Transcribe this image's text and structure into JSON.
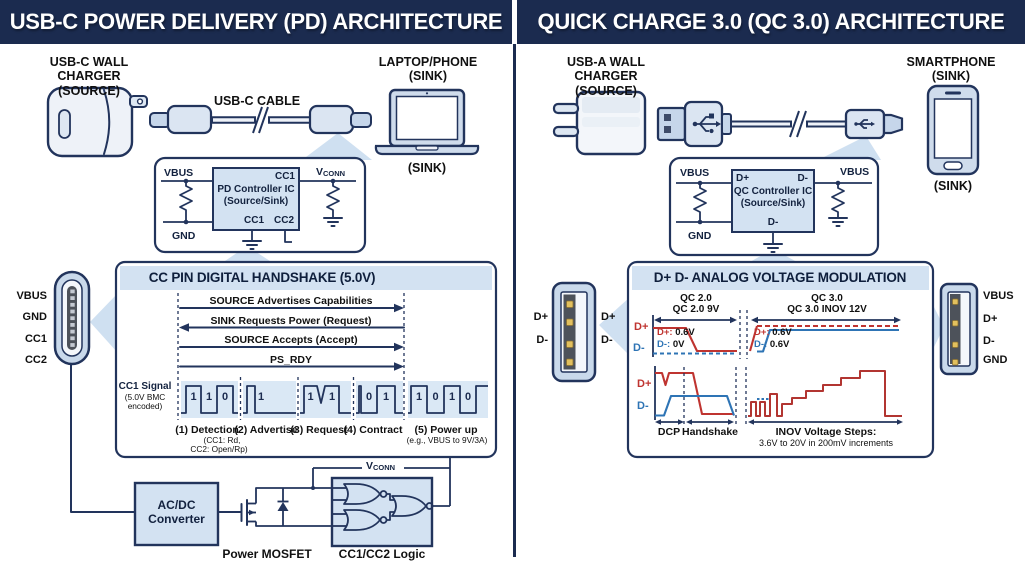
{
  "colors": {
    "navy": "#1b2b4f",
    "stroke_navy": "#22345c",
    "light_blue": "#d3e2f2",
    "wedge_blue": "#cfe0f1",
    "wave_bg": "#dae8f5",
    "red": "#bf3430",
    "blue": "#2e74b5",
    "gold": "#e2c05e"
  },
  "icons": [
    "usbc-wall-charger-icon",
    "usbc-cable-icon",
    "laptop-icon",
    "usbc-connector-icon",
    "resistor-symbol",
    "ground-symbol",
    "mosfet-symbol",
    "nor-gate-icon",
    "usba-wall-charger-icon",
    "usba-cable-icon",
    "micro-usb-plug-icon",
    "smartphone-icon",
    "usba-connector-icon",
    "usb-trident-icon"
  ],
  "left": {
    "title": "USB-C POWER DELIVERY (PD) ARCHITECTURE",
    "source_line1": "USB-C WALL CHARGER",
    "source_line2": "(SOURCE)",
    "cable_label": "USB-C CABLE",
    "sink_line1": "LAPTOP/PHONE",
    "sink_line2": "(SINK)",
    "sink_caption": "(SINK)",
    "controller": {
      "vbus": "VBUS",
      "gnd": "GND",
      "vconn_main": "V",
      "vconn_sub": "CONN",
      "pin_top": "CC1",
      "name1": "PD Controller IC",
      "name2": "(Source/Sink)",
      "pin_b1": "CC1",
      "pin_b2": "CC2"
    },
    "handshake": {
      "title": "CC PIN DIGITAL HANDSHAKE (5.0V)",
      "msg1": "SOURCE Advertises Capabilities",
      "msg2": "SINK Requests Power (Request)",
      "msg3": "SOURCE Accepts (Accept)",
      "msg4": "PS_RDY",
      "sig1": "CC1 Signal",
      "sig2": "(5.0V BMC",
      "sig3": "encoded)",
      "bits": [
        "1",
        "1",
        "0",
        "1",
        "1",
        "1",
        "0",
        "1",
        "1",
        "0",
        "1",
        "0"
      ],
      "ph1": "(1) Detection",
      "ph1s1": "(CC1: Rd,",
      "ph1s2": "CC2: Open/Rp)",
      "ph2": "(2) Advertise",
      "ph3": "(3) Request",
      "ph4": "(4) Contract",
      "ph5": "(5) Power up",
      "ph5s": "(e.g., VBUS to 9V/3A)"
    },
    "plug": {
      "p1": "VBUS",
      "p2": "GND",
      "p3": "CC1",
      "p4": "CC2"
    },
    "acdc1": "AC/DC",
    "acdc2": "Converter",
    "mosfet": "Power MOSFET",
    "logic": "CC1/CC2 Logic"
  },
  "right": {
    "title": "QUICK CHARGE 3.0 (QC 3.0) ARCHITECTURE",
    "source_line1": "USB-A WALL CHARGER",
    "source_line2": "(SOURCE)",
    "sink_line1": "SMARTPHONE",
    "sink_line2": "(SINK)",
    "sink_caption": "(SINK)",
    "controller": {
      "vbus_l": "VBUS",
      "gnd": "GND",
      "vbus_r": "VBUS",
      "pin_tl": "D+",
      "pin_tr": "D-",
      "name1": "QC Controller IC",
      "name2": "(Source/Sink)",
      "pin_b": "D-"
    },
    "modulation": {
      "title": "D+ D- ANALOG VOLTAGE MODULATION",
      "qc20_1": "QC 2.0",
      "qc20_2": "QC 2.0 9V",
      "qc30_1": "QC 3.0",
      "qc30_2": "QC 3.0 INOV 12V",
      "dplus": "D+",
      "dminus": "D-",
      "q2_dp_k": "D+:",
      "q2_dp_v": "0.6V",
      "q2_dm_k": "D-:",
      "q2_dm_v": "0V",
      "q3_dp_k": "D+:",
      "q3_dp_v": "0.6V",
      "q3_dm_k": "D-:",
      "q3_dm_v": "0.6V",
      "dcp": "DCP",
      "hs": "Handshake",
      "inov1": "INOV Voltage Steps:",
      "inov2": "3.6V to 20V in 200mV increments"
    },
    "plug_l": {
      "dp": "D+",
      "dm": "D-"
    },
    "plug_r": {
      "p1": "VBUS",
      "p2": "D+",
      "p3": "D-",
      "p4": "GND"
    }
  }
}
